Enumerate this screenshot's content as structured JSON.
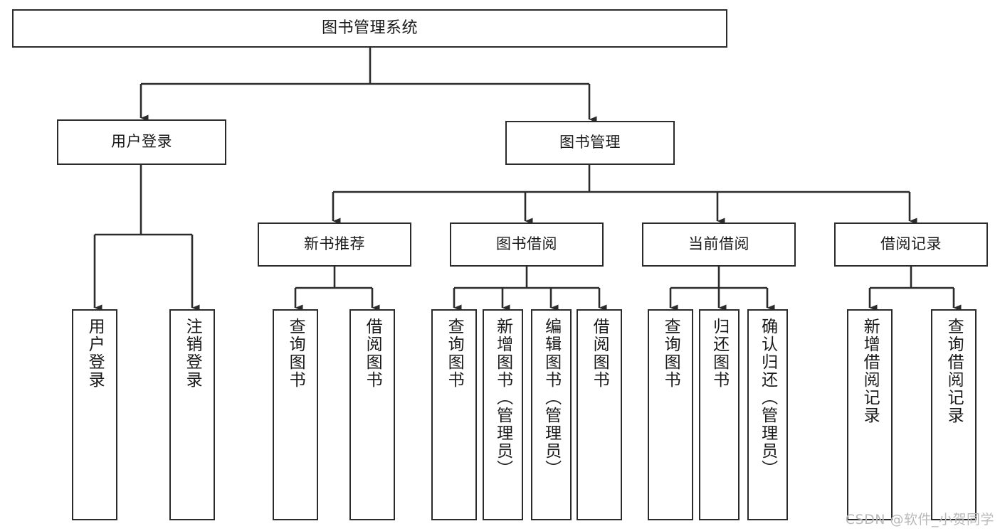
{
  "diagram": {
    "title": "图书管理系统",
    "type": "hierarchy-tree",
    "watermark": "CSDN @软件_小贺同学",
    "colors": {
      "stroke": "#2b2b2b",
      "fill": "#ffffff",
      "text": "#1a1a1a",
      "watermark": "#b9b9b9"
    },
    "nodes": {
      "root": {
        "label": "图书管理系统"
      },
      "level2": [
        {
          "id": "user-login",
          "label": "用户登录"
        },
        {
          "id": "book-manage",
          "label": "图书管理"
        }
      ],
      "level3": [
        {
          "id": "new-book-recommend",
          "label": "新书推荐"
        },
        {
          "id": "book-borrow",
          "label": "图书借阅"
        },
        {
          "id": "current-borrow",
          "label": "当前借阅"
        },
        {
          "id": "borrow-record",
          "label": "借阅记录"
        }
      ],
      "leaves": [
        {
          "id": "leaf-user-login",
          "parent": "user-login",
          "label": "用户登录"
        },
        {
          "id": "leaf-logout",
          "parent": "user-login",
          "label": "注销登录"
        },
        {
          "id": "leaf-query-book-1",
          "parent": "new-book-recommend",
          "label": "查询图书"
        },
        {
          "id": "leaf-borrow-book-1",
          "parent": "new-book-recommend",
          "label": "借阅图书"
        },
        {
          "id": "leaf-query-book-2",
          "parent": "book-borrow",
          "label": "查询图书"
        },
        {
          "id": "leaf-add-book",
          "parent": "book-borrow",
          "label": "新增图书（管理员）"
        },
        {
          "id": "leaf-edit-book",
          "parent": "book-borrow",
          "label": "编辑图书（管理员）"
        },
        {
          "id": "leaf-borrow-book-2",
          "parent": "book-borrow",
          "label": "借阅图书"
        },
        {
          "id": "leaf-query-book-3",
          "parent": "current-borrow",
          "label": "查询图书"
        },
        {
          "id": "leaf-return-book",
          "parent": "current-borrow",
          "label": "归还图书"
        },
        {
          "id": "leaf-confirm-return",
          "parent": "current-borrow",
          "label": "确认归还（管理员）"
        },
        {
          "id": "leaf-add-record",
          "parent": "borrow-record",
          "label": "新增借阅记录"
        },
        {
          "id": "leaf-query-record",
          "parent": "borrow-record",
          "label": "查询借阅记录"
        }
      ]
    }
  }
}
